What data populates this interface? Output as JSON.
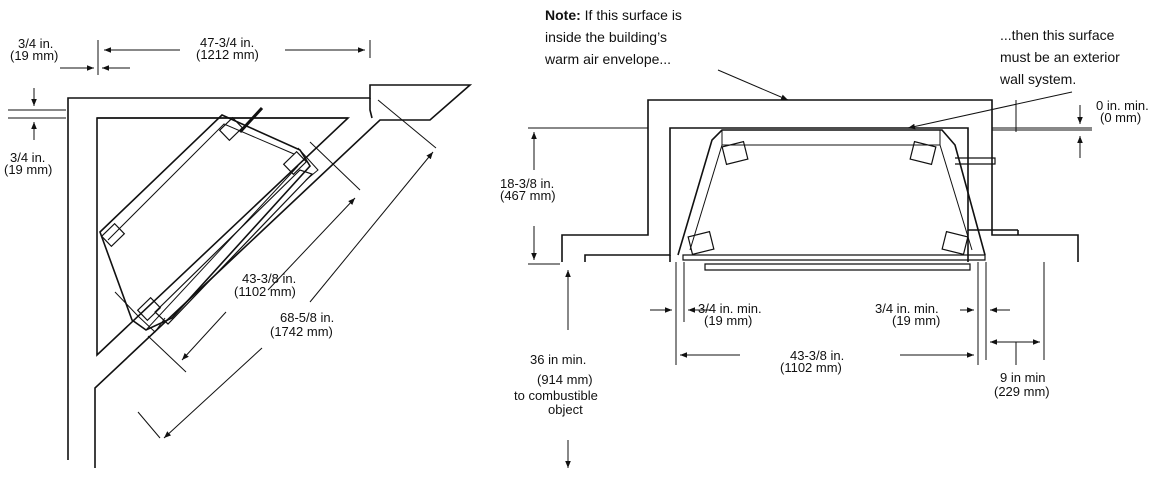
{
  "left_view": {
    "dim_top_small": {
      "line1": "3/4 in.",
      "line2": "(19 mm)"
    },
    "dim_top_width": {
      "line1": "47-3/4 in.",
      "line2": "(1212 mm)"
    },
    "dim_left_small": {
      "line1": "3/4 in.",
      "line2": "(19 mm)"
    },
    "dim_diag_inner": {
      "line1": "43-3/8 in.",
      "line2": "(1102 mm)"
    },
    "dim_diag_outer": {
      "line1": "68-5/8 in.",
      "line2": "(1742 mm)"
    }
  },
  "right_view": {
    "note_left": {
      "bold": "Note:",
      "line1": " If this surface is",
      "line2": "inside the building’s",
      "line3": "warm air envelope..."
    },
    "note_right": {
      "line1": "...then this surface",
      "line2": "must be an exterior",
      "line3": "wall system."
    },
    "dim_clear_top": {
      "line1": "0 in. min.",
      "line2": "(0 mm)"
    },
    "dim_depth": {
      "line1": "18-3/8 in.",
      "line2": "(467 mm)"
    },
    "dim_side_left": {
      "line1": "3/4 in. min.",
      "line2": "(19 mm)"
    },
    "dim_side_right": {
      "line1": "3/4 in. min.",
      "line2": "(19 mm)"
    },
    "dim_width": {
      "line1": "43-3/8 in.",
      "line2": "(1102 mm)"
    },
    "dim_front": {
      "line1": "36 in min.",
      "line2": "(914 mm)",
      "line3": "to combustible",
      "line4": "object"
    },
    "dim_side_wall": {
      "line1": "9 in min",
      "line2": "(229 mm)"
    }
  }
}
